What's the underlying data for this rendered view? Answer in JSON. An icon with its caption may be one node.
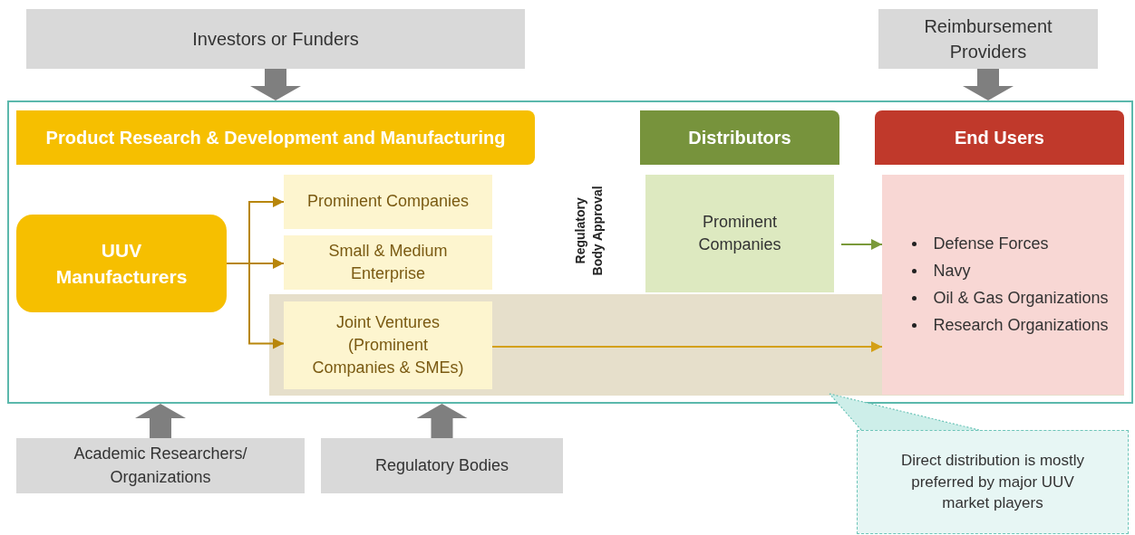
{
  "diagram": {
    "nodes": [
      {
        "text": [
          "Investors or Funders"
        ]
      },
      {
        "text": [
          "Reimbursement Providers"
        ]
      },
      {
        "text": [],
        "shape": "box"
      },
      {
        "text": [
          "Product Research & Development and Manufacturing"
        ],
        "in": 2
      },
      {
        "text": [
          "Distributors"
        ],
        "in": 2
      },
      {
        "text": [
          "End Users"
        ],
        "in": 2
      },
      {
        "text": [
          "UUV Manufacturers"
        ],
        "in": 2
      },
      {
        "text": [
          "Prominent Companies"
        ],
        "in": 2
      },
      {
        "text": [
          "Small & Medium Enterprise"
        ],
        "in": 2
      },
      {
        "text": [],
        "shape": "bar",
        "in": 2
      },
      {
        "text": [
          "Joint Ventures (Prominent Companies & SMEs)"
        ],
        "in": 9
      },
      {
        "text": [
          "Prominent Companies"
        ],
        "in": 2
      },
      {
        "text": [
          "Defense Forces",
          "Navy",
          "Oil & Gas Organizations",
          "Research Organizations"
        ],
        "in": 2
      },
      {
        "text": [
          "Academic Researchers/ Organizations"
        ]
      },
      {
        "text": [
          "Regulatory Bodies"
        ]
      },
      {
        "text": [
          "Direct distribution is mostly preferred by major UUV market players"
        ]
      }
    ],
    "edges": [
      {
        "from": 0,
        "to": 2,
        "arrow": "to",
        "style": "thick",
        "color": "#7f7f7f"
      },
      {
        "from": 1,
        "to": 2,
        "arrow": "to",
        "style": "thick",
        "color": "#7f7f7f"
      },
      {
        "from": 6,
        "to": 7,
        "arrow": "to",
        "color": "#b8860b"
      },
      {
        "from": 6,
        "to": 8,
        "arrow": "to",
        "color": "#b8860b"
      },
      {
        "from": 6,
        "to": 10,
        "arrow": "to",
        "color": "#b8860b"
      },
      {
        "from": 10,
        "to": 12,
        "arrow": "to",
        "color": "#d4a017"
      },
      {
        "from": 11,
        "to": 12,
        "arrow": "to",
        "color": "#7a9a3a"
      },
      {
        "from": 13,
        "to": 2,
        "arrow": "to",
        "style": "thick",
        "color": "#7f7f7f"
      },
      {
        "from": 14,
        "to": 2,
        "arrow": "to",
        "style": "thick",
        "color": "#7f7f7f"
      },
      {
        "from": 15,
        "to": 9,
        "arrow": "none",
        "style": "dashed",
        "color": "#6cc4b8"
      }
    ],
    "labels": [
      "Regulatory Body Approval"
    ]
  }
}
